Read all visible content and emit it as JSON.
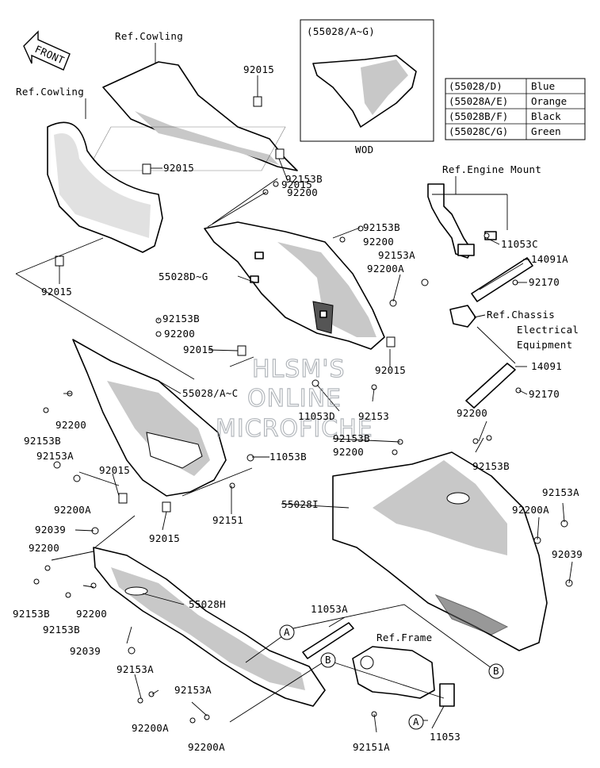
{
  "front_arrow": "FRONT",
  "refs": {
    "cowling_top": "Ref.Cowling",
    "cowling_left": "Ref.Cowling",
    "engine_mount": "Ref.Engine Mount",
    "chassis_1": "Ref.Chassis",
    "chassis_2": "Electrical",
    "chassis_3": "Equipment",
    "frame": "Ref.Frame"
  },
  "variant_box": {
    "title": "(55028/A~G)",
    "footer": "WOD"
  },
  "color_table": [
    {
      "code": "(55028/D)",
      "color": "Blue"
    },
    {
      "code": "(55028A/E)",
      "color": "Orange"
    },
    {
      "code": "(55028B/F)",
      "color": "Black"
    },
    {
      "code": "(55028C/G)",
      "color": "Green"
    }
  ],
  "part_labels": {
    "p92015_a": "92015",
    "p92015_b": "92015",
    "p92015_c": "92015",
    "p92015_d": "92015",
    "p92015_e": "92015",
    "p92015_f": "92015",
    "p92015_g": "92015",
    "p92015_h": "92015",
    "p92153B_a": "92153B",
    "p92200_a": "92200",
    "p92153B_b": "92153B",
    "p92200_b": "92200",
    "p92153A_a": "92153A",
    "p92200A_a": "92200A",
    "p55028D_G": "55028D~G",
    "p11053C": "11053C",
    "p14091A": "14091A",
    "p92170_a": "92170",
    "p14091": "14091",
    "p92170_b": "92170",
    "p92153B_c": "92153B",
    "p92200_c": "92200",
    "p55028A_C": "55028/A~C",
    "p92200_d": "92200",
    "p92153B_d": "92153B",
    "p92153A_b": "92153A",
    "p92200A_b": "92200A",
    "p11053D": "11053D",
    "p92153": "92153",
    "p92200_e": "92200",
    "p92153B_e": "92153B",
    "p92153B_f": "92153B",
    "p92200_f": "92200",
    "p11053B": "11053B",
    "p92151": "92151",
    "p55028I": "55028I",
    "p92153A_c": "92153A",
    "p92200A_c": "92200A",
    "p92039_a": "92039",
    "p92039_b": "92039",
    "p92200_g": "92200",
    "p92153B_g": "92153B",
    "p92200_h": "92200",
    "p92153B_h": "92153B",
    "p55028H": "55028H",
    "p92039_c": "92039",
    "p11053A": "11053A",
    "p92153A_d": "92153A",
    "p92153A_e": "92153A",
    "p92200A_d": "92200A",
    "p92200A_e": "92200A",
    "p92151A": "92151A",
    "p11053": "11053"
  },
  "callouts": {
    "A1": "A",
    "B1": "B",
    "B2": "B",
    "A2": "A"
  },
  "watermark": {
    "line1": "HLSM'S",
    "line2": "ONLINE",
    "line3": "MICROFICHE"
  }
}
